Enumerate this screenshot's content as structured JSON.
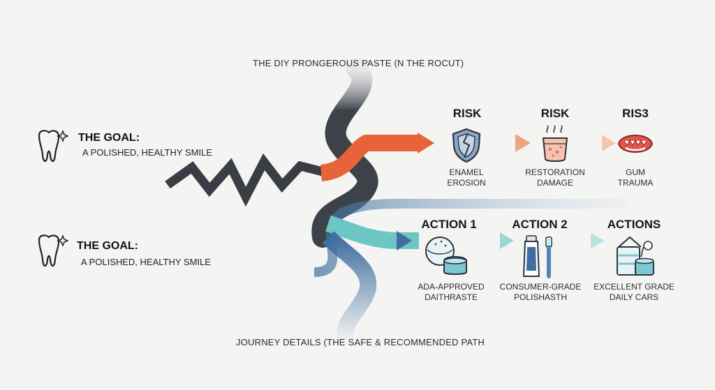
{
  "top_caption": "THE DIY PRONGEROUS PASTE (N THE ROCUT)",
  "bottom_caption": "JOURNEY DETAILS (THE SAFE & RECOMMENDED PATH",
  "goals": [
    {
      "title": "THE GOAL:",
      "subtitle": "A POLISHED, HEALTHY SMILE",
      "icon": "tooth-sparkle-icon"
    },
    {
      "title": "THE GOAL:",
      "subtitle": "A POLISHED, HEALTHY SMILE",
      "icon": "tooth-sparkle-icon"
    }
  ],
  "risks": [
    {
      "heading": "RISK",
      "line1": "ENAMEL",
      "line2": "EROSION",
      "icon": "cracked-shield-icon"
    },
    {
      "heading": "RISK",
      "line1": "RESTORATION",
      "line2": "DAMAGE",
      "icon": "heated-filling-icon"
    },
    {
      "heading": "RIS3",
      "line1": "GUM",
      "line2": "TRAUMA",
      "icon": "inflamed-gums-icon"
    }
  ],
  "actions": [
    {
      "heading": "ACTION 1",
      "line1": "ADA-APPROVED",
      "line2": "DAITHRASTE",
      "icon": "paste-jars-icon"
    },
    {
      "heading": "ACTION 2",
      "line1": "CONSUMER-GRADE",
      "line2": "POLISHASTH",
      "icon": "toothpaste-brush-icon"
    },
    {
      "heading": "ACTIONS",
      "line1": "EXCELLENT GRADE",
      "line2": "DAILY CARS",
      "icon": "care-kit-icon"
    }
  ],
  "colors": {
    "risk_orange": "#e8633a",
    "dark_path": "#3d4148",
    "safe_teal": "#6cc6c4",
    "safe_blue": "#3f6f9e"
  },
  "tooth_stroke": "#222222"
}
